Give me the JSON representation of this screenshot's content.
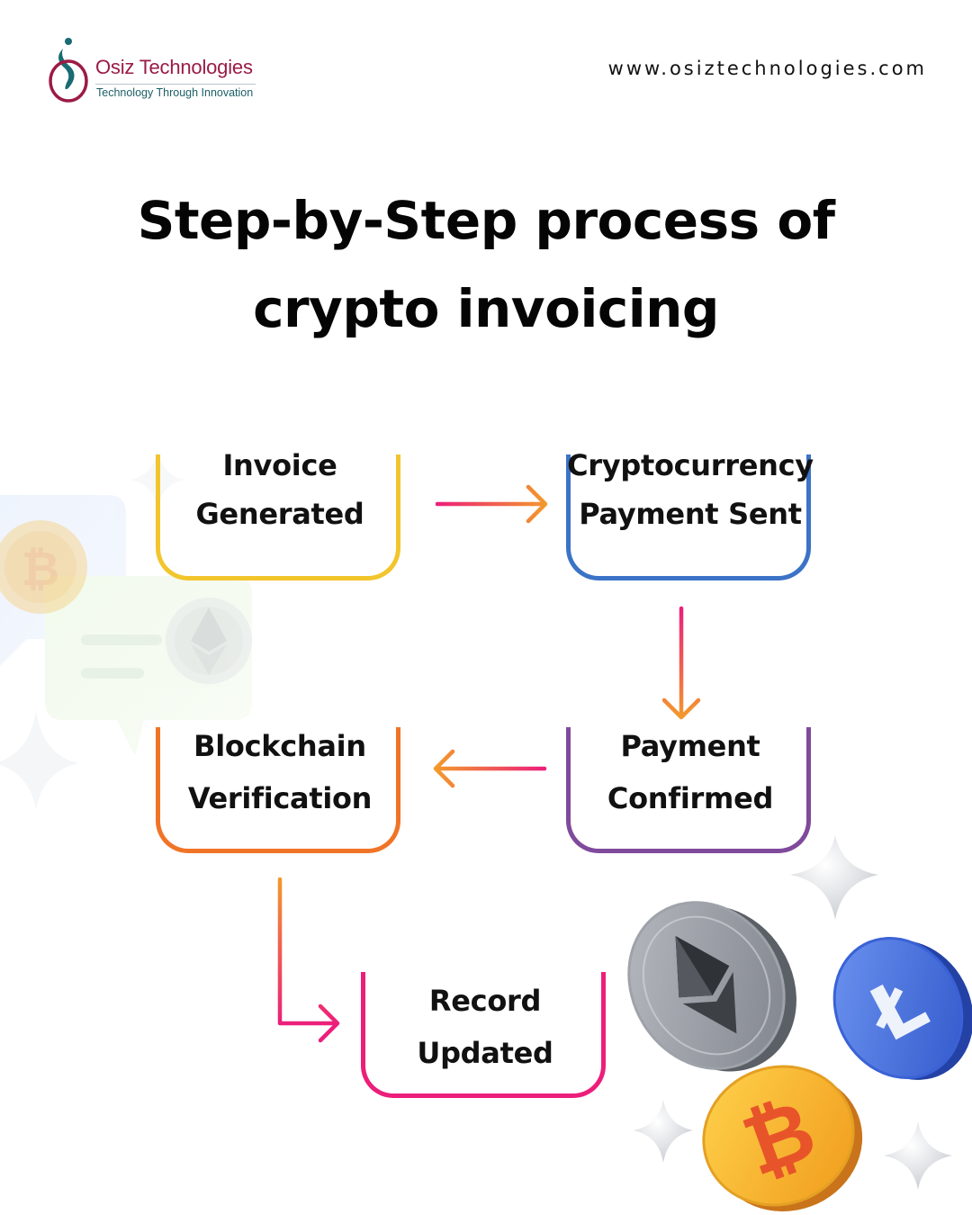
{
  "brand": {
    "name": "Osiz Technologies",
    "tagline": "Technology Through Innovation",
    "website": "www.osiztechnologies.com"
  },
  "title": "Step-by-Step process of crypto invoicing",
  "steps": [
    {
      "line1": "Invoice",
      "line2": "Generated",
      "color": "#f2c52d"
    },
    {
      "line1": "Cryptocurrency",
      "line2": "Payment Sent",
      "color": "#3b73c6"
    },
    {
      "line1": "Payment",
      "line2": "Confirmed",
      "color": "#7f4a9c"
    },
    {
      "line1": "Blockchain",
      "line2": "Verification",
      "color": "#f07427"
    },
    {
      "line1": "Record",
      "line2": "Updated",
      "color": "#ec1e7b"
    }
  ],
  "arrow_colors": {
    "start": "#ec1e7b",
    "end": "#f39a2b"
  },
  "decorations": {
    "coins": [
      "ethereum-coin-icon",
      "litecoin-coin-icon",
      "bitcoin-coin-icon"
    ],
    "background_card_icons": [
      "bitcoin-icon",
      "ethereum-icon"
    ],
    "sparkles": [
      "sparkle-icon"
    ]
  }
}
